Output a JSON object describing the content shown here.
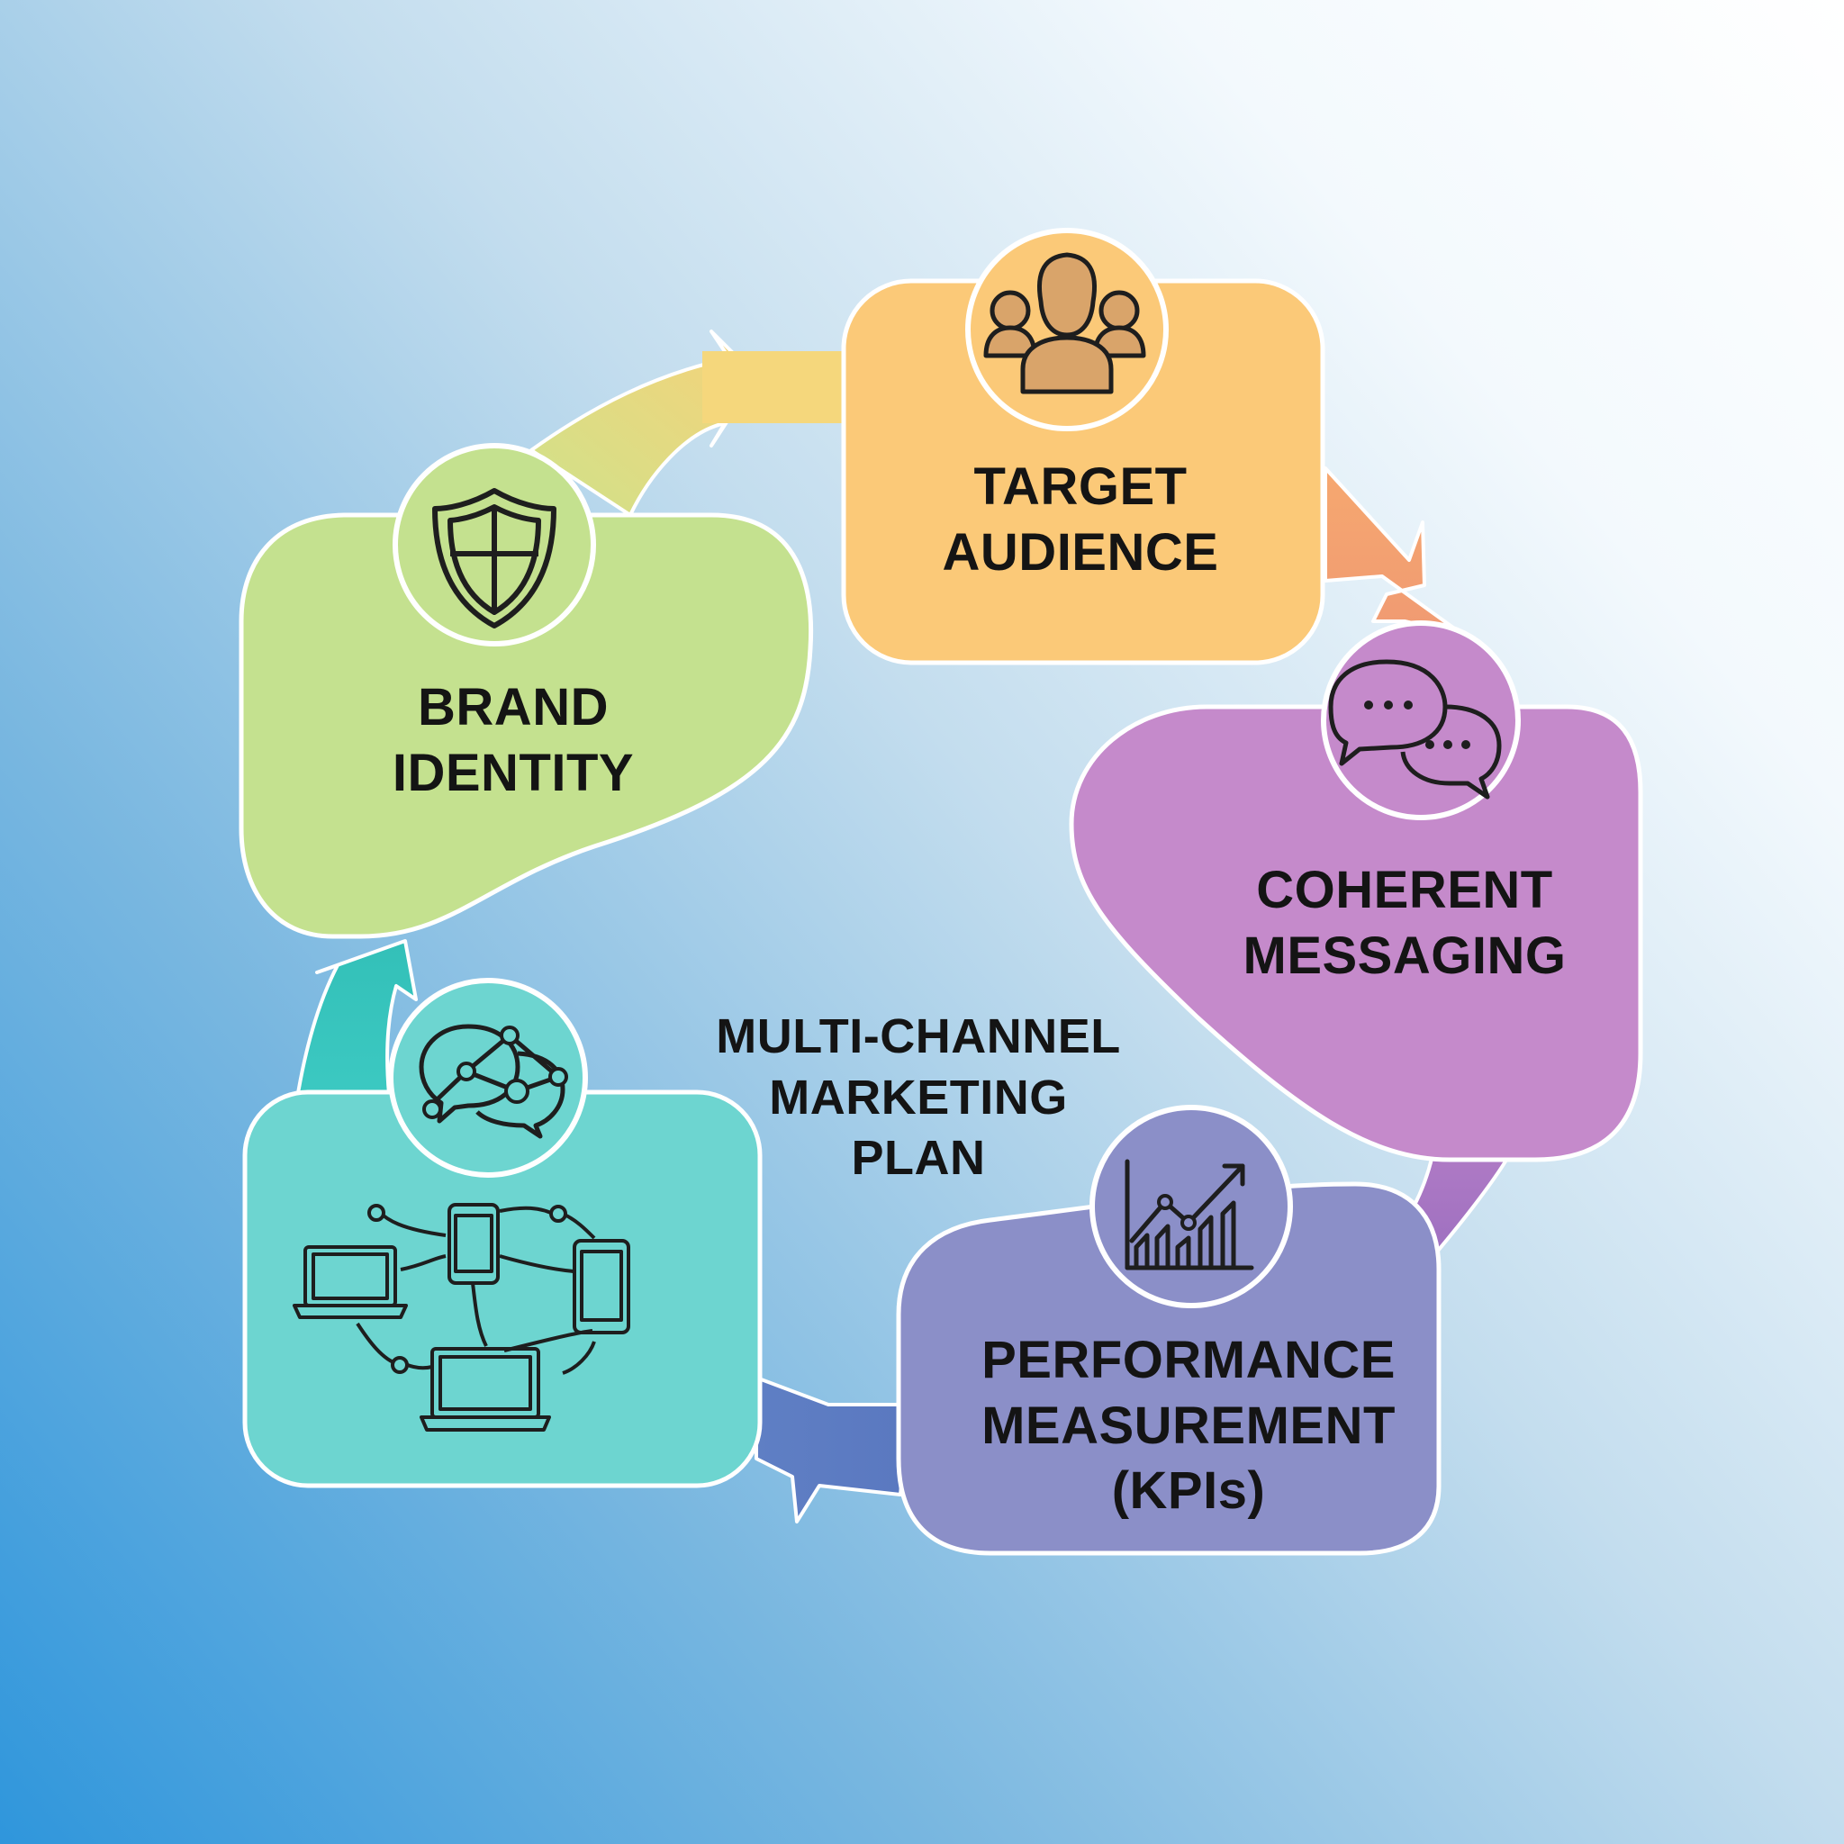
{
  "title": {
    "lines": [
      "MULTI-CHANNEL",
      "MARKETING",
      "PLAN"
    ]
  },
  "stages": [
    {
      "id": "target-audience",
      "lines": [
        "TARGET",
        "AUDIENCE"
      ],
      "icon": "audience-group-icon",
      "color": "#fbc978"
    },
    {
      "id": "coherent-messaging",
      "lines": [
        "COHERENT",
        "MESSAGING"
      ],
      "icon": "chat-bubbles-icon",
      "color": "#c58acb"
    },
    {
      "id": "performance-measurement",
      "lines": [
        "PERFORMANCE",
        "MEASUREMENT",
        "(KPIs)"
      ],
      "icon": "growth-chart-icon",
      "color": "#8b8fc8"
    },
    {
      "id": "multi-channel",
      "lines": [],
      "icon": "connected-bubbles-icon",
      "illustration": "connected-devices-illustration",
      "color": "#6dd5d0"
    },
    {
      "id": "brand-identity",
      "lines": [
        "BRAND",
        "IDENTITY"
      ],
      "icon": "shield-icon",
      "color": "#c4e18f"
    }
  ],
  "arrows": [
    {
      "from": "brand-identity",
      "to": "target-audience",
      "color": "#e3e17a"
    },
    {
      "from": "target-audience",
      "to": "coherent-messaging",
      "color": "#f4a36c"
    },
    {
      "from": "coherent-messaging",
      "to": "performance-measurement",
      "color": "#a678c4"
    },
    {
      "from": "performance-measurement",
      "to": "multi-channel",
      "color": "#5d7fc2"
    },
    {
      "from": "multi-channel",
      "to": "brand-identity",
      "color": "#3ec8c0"
    }
  ]
}
